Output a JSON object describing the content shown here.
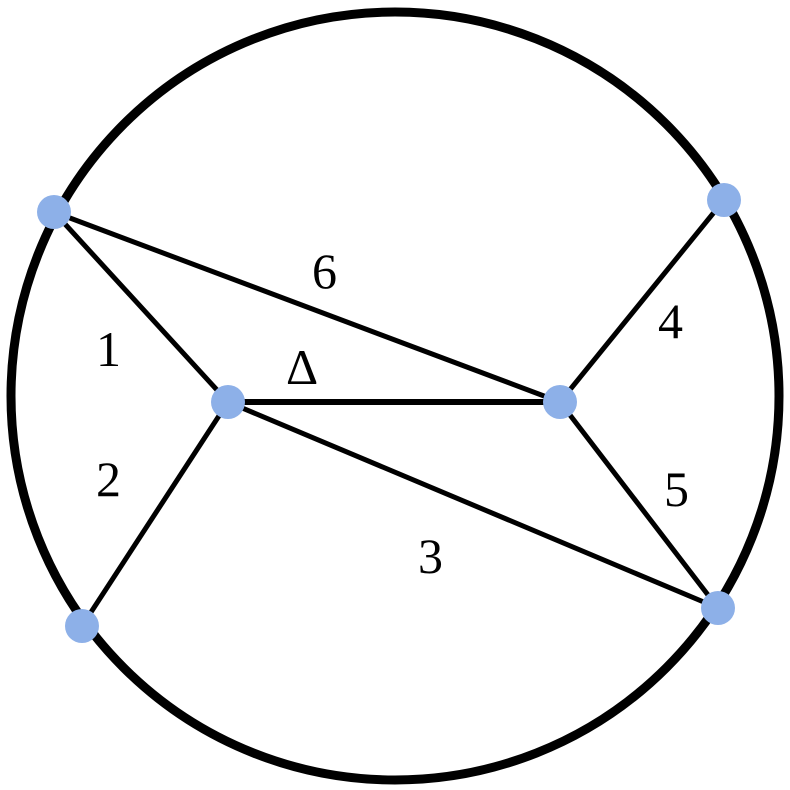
{
  "diagram": {
    "colors": {
      "stroke": "#000000",
      "node": "#8db0e8",
      "background": "#ffffff"
    },
    "labels": {
      "edge1": "1",
      "edge2": "2",
      "edge3": "3",
      "edge4": "4",
      "edge5": "5",
      "edge6": "6",
      "internal": "Δ"
    }
  }
}
